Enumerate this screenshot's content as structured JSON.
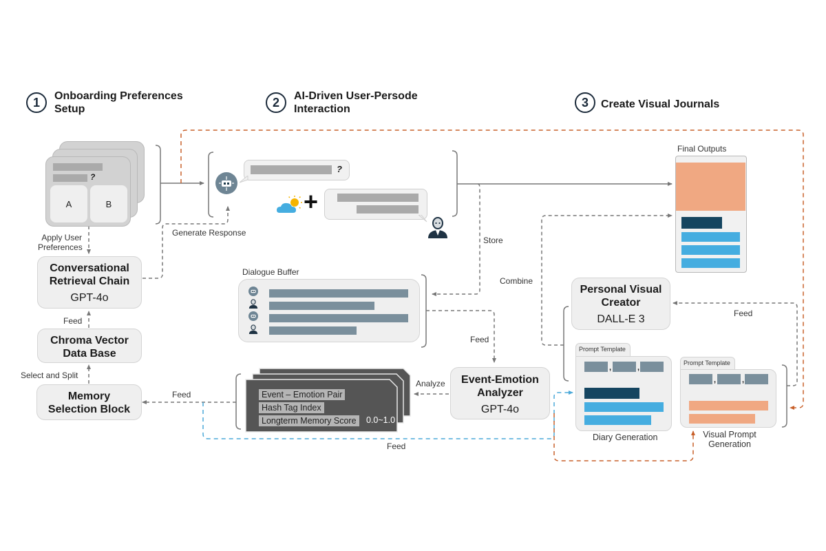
{
  "steps": [
    {
      "number": "1",
      "title_line1": "Onboarding Preferences",
      "title_line2": "Setup"
    },
    {
      "number": "2",
      "title_line1": "AI-Driven User-Persode",
      "title_line2": "Interaction"
    },
    {
      "number": "3",
      "title_line1": "Create Visual Journals",
      "title_line2": ""
    }
  ],
  "onboarding": {
    "question_mark": "?",
    "choice_a": "A",
    "choice_b": "B",
    "apply_label_line1": "Apply User",
    "apply_label_line2": "Preferences"
  },
  "boxes": {
    "retrieval_chain": {
      "title_line1": "Conversational",
      "title_line2": "Retrieval Chain",
      "model": "GPT-4o"
    },
    "chroma_db": {
      "title_line1": "Chroma Vector",
      "title_line2": "Data Base"
    },
    "memory_block": {
      "title_line1": "Memory",
      "title_line2": "Selection Block"
    },
    "emotion_analyzer": {
      "title_line1": "Event-Emotion",
      "title_line2": "Analyzer",
      "model": "GPT-4o"
    },
    "visual_creator": {
      "title_line1": "Personal Visual",
      "title_line2": "Creator",
      "model": "DALL-E 3"
    }
  },
  "interaction": {
    "bot_question_mark": "?",
    "plus_sign": "+"
  },
  "dialogue_buffer": {
    "title": "Dialogue Buffer"
  },
  "memory_cards": {
    "tags": [
      "Event – Emotion Pair",
      "Hash Tag Index",
      "Longterm Memory Score"
    ],
    "score_range": "0.0~1.0"
  },
  "final_outputs": {
    "title": "Final Outputs"
  },
  "templates": {
    "diary": {
      "tab": "Prompt Template",
      "caption": "Diary Generation"
    },
    "visual": {
      "tab": "Prompt Template",
      "caption_line1": "Visual Prompt",
      "caption_line2": "Generation"
    }
  },
  "edge_labels": {
    "generate_response": "Generate Response",
    "feed_chroma": "Feed",
    "select_split": "Select and Split",
    "store": "Store",
    "combine": "Combine",
    "feed_buffer": "Feed",
    "analyze": "Analyze",
    "feed_memory": "Feed",
    "feed_blue": "Feed",
    "feed_creator": "Feed"
  },
  "colors": {
    "orange_dashed": "#c8602a",
    "blue_dashed": "#4aa8d8",
    "gray_line": "#777777",
    "slate_bar": "#7a8f9c",
    "navy_bar": "#154560",
    "sky_bar": "#45ade0",
    "salmon": "#f0a882",
    "memory_card": "#555555"
  }
}
